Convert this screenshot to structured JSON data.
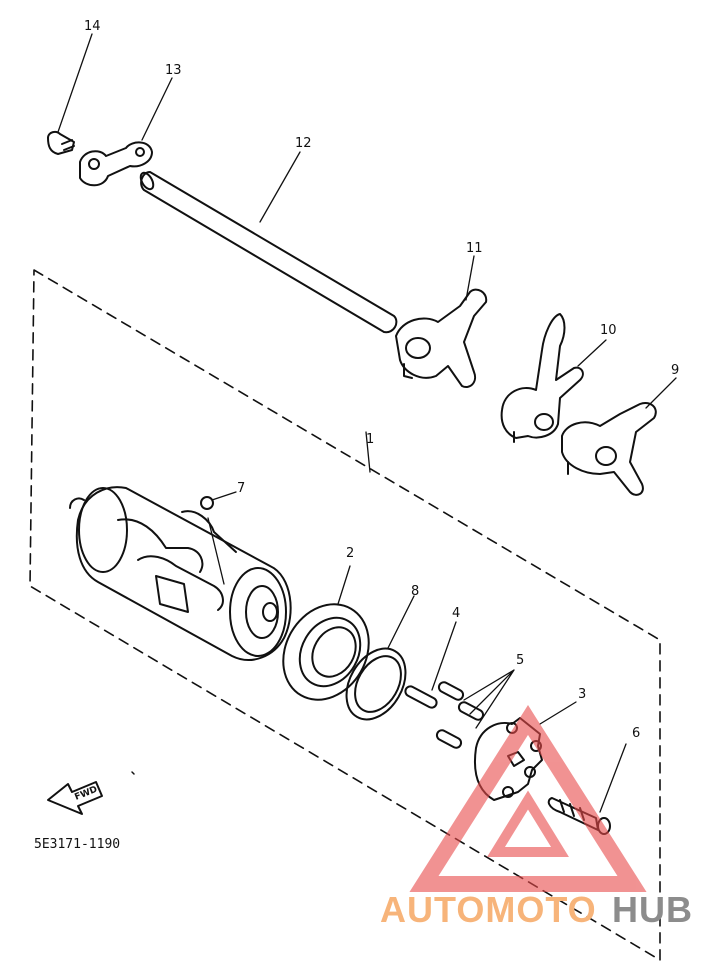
{
  "diagram": {
    "part_numbers": [
      "1",
      "2",
      "3",
      "4",
      "5",
      "6",
      "7",
      "8",
      "9",
      "10",
      "11",
      "12",
      "13",
      "14"
    ],
    "fwd_label": "FWD",
    "drawing_code": "5E3171-1190"
  },
  "watermark": {
    "brand_part1": "AUTOMOTO",
    "brand_part2": "HUB",
    "color_orange": "#f7b47a",
    "color_gray": "#8c8c8c",
    "color_red": "#e84b4b"
  }
}
